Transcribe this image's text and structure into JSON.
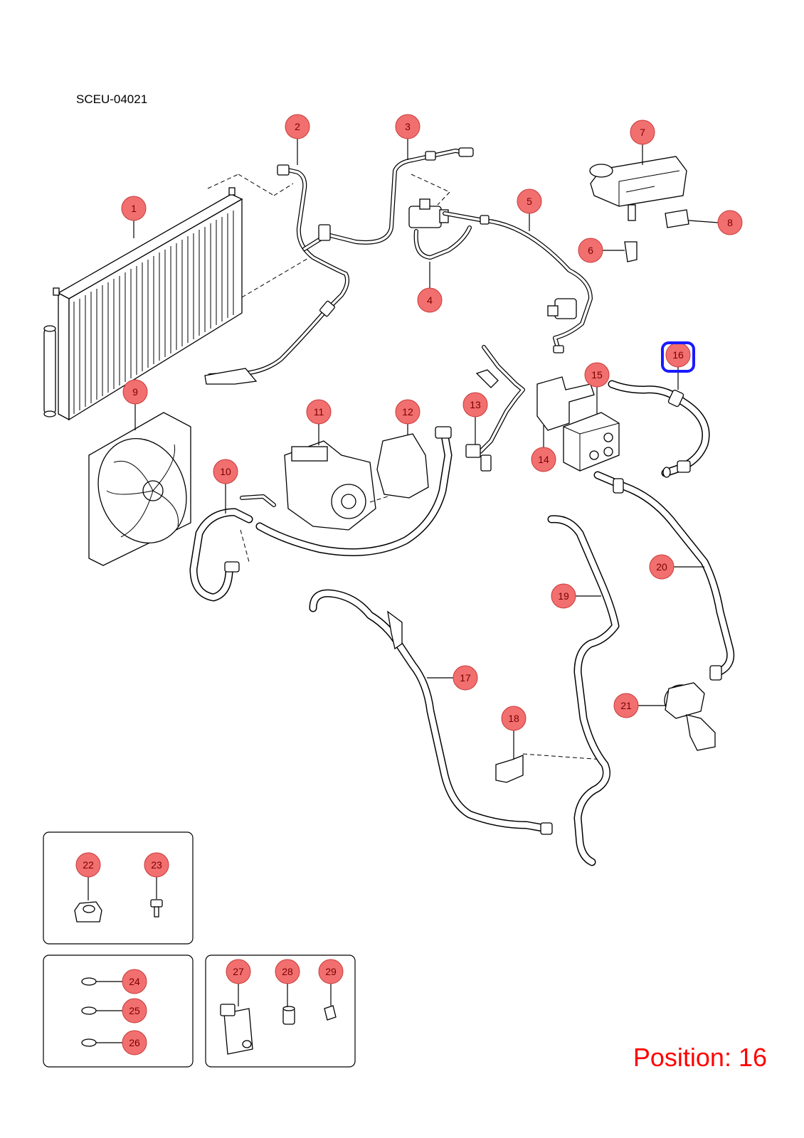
{
  "diagram_code": "SCEU-04021",
  "position_label": "Position: 16",
  "selected_position": "16",
  "colors": {
    "callout_fill": "#f26f6f",
    "highlight": "#1a1aff",
    "position_text": "#ff0000"
  },
  "callouts": {
    "c1": "1",
    "c2": "2",
    "c3": "3",
    "c4": "4",
    "c5": "5",
    "c6": "6",
    "c7": "7",
    "c8": "8",
    "c9": "9",
    "c10": "10",
    "c11": "11",
    "c12": "12",
    "c13": "13",
    "c14": "14",
    "c15": "15",
    "c16": "16",
    "c17": "17",
    "c18": "18",
    "c19": "19",
    "c20": "20",
    "c21": "21",
    "c22": "22",
    "c23": "23",
    "c24": "24",
    "c25": "25",
    "c26": "26",
    "c27": "27",
    "c28": "28",
    "c29": "29"
  }
}
